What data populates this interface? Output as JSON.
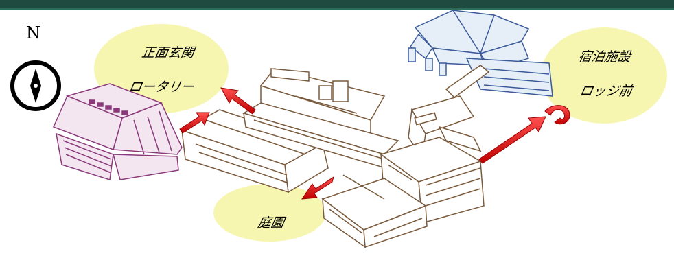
{
  "header": {
    "bar_color": "#1f4a40"
  },
  "compass": {
    "letter": "N",
    "icon": "compass-icon"
  },
  "labels": {
    "front_entrance_line1": "正面玄関",
    "front_entrance_line2": "ロータリー",
    "garden": "庭園",
    "lodging_line1": "宿泊施設",
    "lodging_line2": "ロッジ前"
  },
  "colors": {
    "bubble": "#f5f5a8",
    "arrow": "#e01010",
    "building_outline": "#7a5a3c",
    "west_building": "#8a3a7a",
    "lodge": "#3a5a9a"
  }
}
